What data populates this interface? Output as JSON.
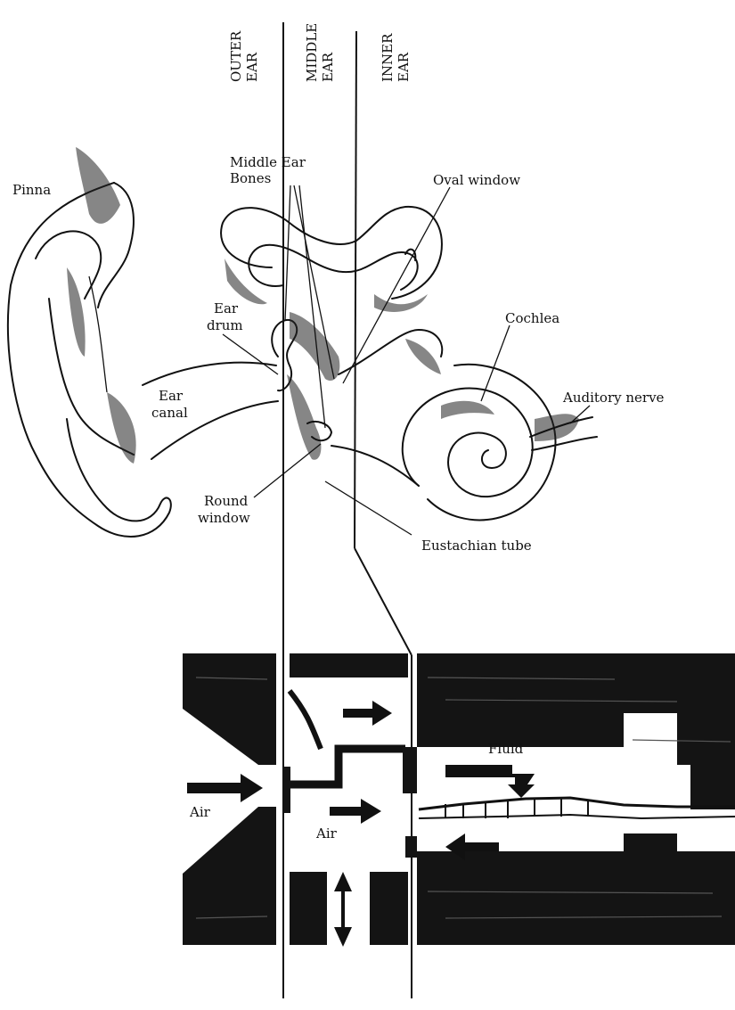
{
  "headers": {
    "outer_line1": "OUTER",
    "outer_line2": "EAR",
    "middle_line1": "MIDDLE",
    "middle_line2": "EAR",
    "inner_line1": "INNER",
    "inner_line2": "EAR"
  },
  "labels": {
    "pinna": "Pinna",
    "middle_ear_bones_line1": "Middle Ear",
    "middle_ear_bones_line2": "Bones",
    "oval_window": "Oval window",
    "ear_drum_line1": "Ear",
    "ear_drum_line2": "drum",
    "cochlea": "Cochlea",
    "ear_canal_line1": "Ear",
    "ear_canal_line2": "canal",
    "auditory_nerve": "Auditory nerve",
    "round_window_line1": "Round",
    "round_window_line2": "window",
    "eustachian_tube": "Eustachian tube",
    "fluid": "Fluid",
    "air_left": "Air",
    "air_middle": "Air"
  },
  "colors": {
    "ink": "#111111",
    "background": "#ffffff"
  }
}
